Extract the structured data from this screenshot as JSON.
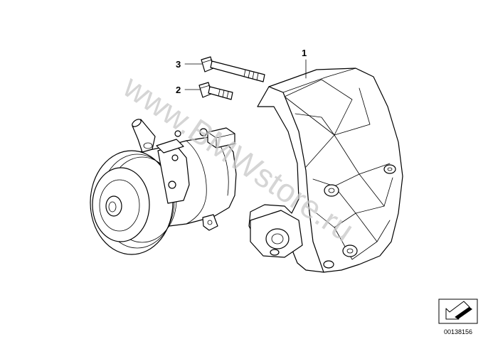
{
  "diagram": {
    "callouts": [
      {
        "id": "1",
        "label": "1",
        "part": "bracket"
      },
      {
        "id": "2",
        "label": "2",
        "part": "short-bolt"
      },
      {
        "id": "3",
        "label": "3",
        "part": "long-bolt"
      }
    ],
    "watermark": "www.BMWstore.ru",
    "reference_number": "00138156",
    "icons": {
      "compressor": "ac-compressor-drawing",
      "bracket": "mounting-bracket-drawing",
      "bolts": "bolt-drawing",
      "corner": "arrow-reference-icon"
    },
    "colors": {
      "line": "#000000",
      "watermark": "#c8c8c8",
      "background": "#ffffff"
    }
  }
}
